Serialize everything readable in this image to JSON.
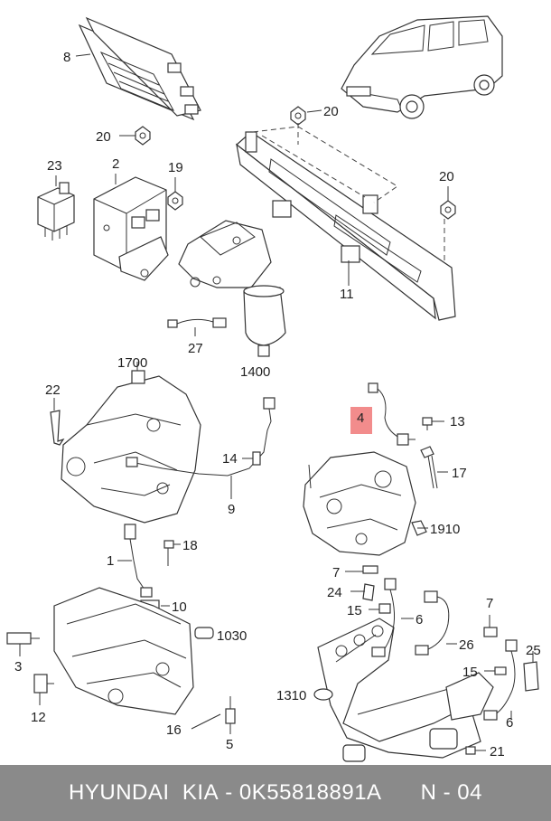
{
  "callouts": [
    {
      "id": "c8",
      "text": "8"
    },
    {
      "id": "c20a",
      "text": "20"
    },
    {
      "id": "c20b",
      "text": "20"
    },
    {
      "id": "c20c",
      "text": "20"
    },
    {
      "id": "c23",
      "text": "23"
    },
    {
      "id": "c2",
      "text": "2"
    },
    {
      "id": "c19",
      "text": "19"
    },
    {
      "id": "c11",
      "text": "11"
    },
    {
      "id": "c27",
      "text": "27"
    },
    {
      "id": "c1400",
      "text": "1400"
    },
    {
      "id": "c1700",
      "text": "1700"
    },
    {
      "id": "c22",
      "text": "22"
    },
    {
      "id": "c14",
      "text": "14"
    },
    {
      "id": "c9",
      "text": "9"
    },
    {
      "id": "c4",
      "text": "4",
      "highlight": true
    },
    {
      "id": "c13",
      "text": "13"
    },
    {
      "id": "c17",
      "text": "17"
    },
    {
      "id": "c1910",
      "text": "1910"
    },
    {
      "id": "c1",
      "text": "1"
    },
    {
      "id": "c18",
      "text": "18"
    },
    {
      "id": "c10",
      "text": "10"
    },
    {
      "id": "c1030",
      "text": "1030"
    },
    {
      "id": "c3",
      "text": "3"
    },
    {
      "id": "c12",
      "text": "12"
    },
    {
      "id": "c16",
      "text": "16"
    },
    {
      "id": "c5",
      "text": "5"
    },
    {
      "id": "c7a",
      "text": "7"
    },
    {
      "id": "c24",
      "text": "24"
    },
    {
      "id": "c15a",
      "text": "15"
    },
    {
      "id": "c6a",
      "text": "6"
    },
    {
      "id": "c26",
      "text": "26"
    },
    {
      "id": "c7b",
      "text": "7"
    },
    {
      "id": "c25",
      "text": "25"
    },
    {
      "id": "c15b",
      "text": "15"
    },
    {
      "id": "c1310",
      "text": "1310"
    },
    {
      "id": "c6b",
      "text": "6"
    },
    {
      "id": "c21",
      "text": "21"
    }
  ],
  "footer": {
    "brand": "HYUNDAI  KIA",
    "separator": " - ",
    "part_number": "0K55818891A",
    "position": "N - 04"
  },
  "colors": {
    "footer_background": "#8a8a8a",
    "highlight": "#f28c8c"
  }
}
